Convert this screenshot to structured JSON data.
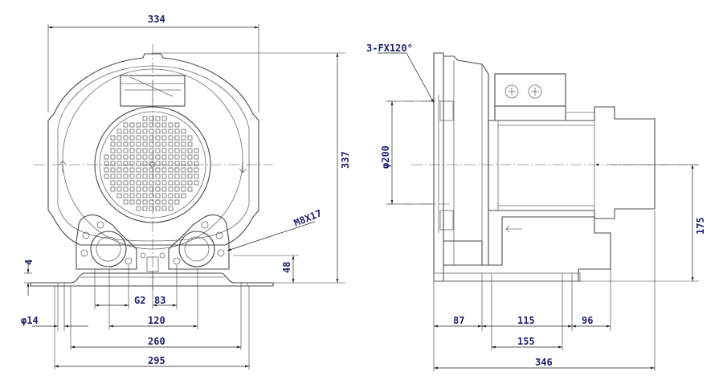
{
  "front_view": {
    "overall_width": "334",
    "overall_height": "337",
    "bolt_spec": "M8X17",
    "base_thickness": "4",
    "outlet_height": "48",
    "port_thread": "G2",
    "port_spacing": "83",
    "hole_diameter": "φ14",
    "mount_inner": "120",
    "mount_middle": "260",
    "mount_outer": "295"
  },
  "side_view": {
    "screw_spec": "3-FX120°",
    "flange_diameter": "φ200",
    "center_height": "175",
    "dim_87": "87",
    "dim_115": "115",
    "dim_96": "96",
    "dim_155": "155",
    "overall_length": "346"
  }
}
